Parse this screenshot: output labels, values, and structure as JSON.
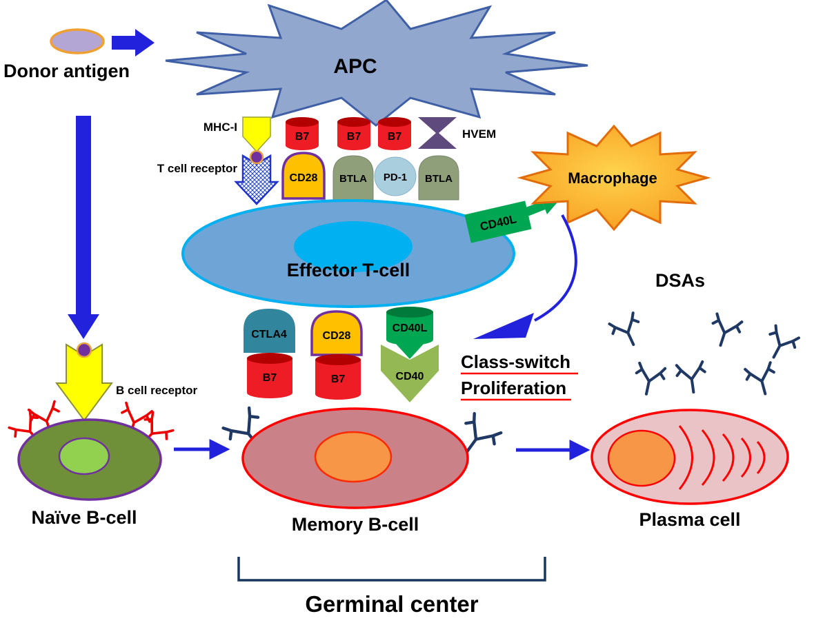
{
  "figure": {
    "donor_antigen": "Donor antigen",
    "apc": "APC",
    "mhc_i": "MHC-I",
    "t_cell_receptor": "T cell receptor",
    "b7_top_1": "B7",
    "b7_top_2": "B7",
    "b7_top_3": "B7",
    "hvem": "HVEM",
    "cd28_top": "CD28",
    "btla_left": "BTLA",
    "pd1": "PD-1",
    "btla_right": "BTLA",
    "effector_t_cell": "Effector T-cell",
    "cd40l_top": "CD40L",
    "macrophage": "Macrophage",
    "ctla4": "CTLA4",
    "b7_bottom_1": "B7",
    "cd28_bottom": "CD28",
    "b7_bottom_2": "B7",
    "cd40l_bottom": "CD40L",
    "cd40": "CD40",
    "class_switch": "Class-switch",
    "proliferation": "Proliferation",
    "dsas": "DSAs",
    "b_cell_receptor": "B cell receptor",
    "naive_b_cell": "Naïve B-cell",
    "memory_b_cell": "Memory B-cell",
    "plasma_cell": "Plasma cell",
    "germinal_center": "Germinal center"
  },
  "colors": {
    "arrow_blue": "#2222dd",
    "apc_fill": "#92a7ce",
    "apc_stroke": "#3f5fa6",
    "b7_red": "#ee1c25",
    "b7_red_dark": "#b30000",
    "cd28_fill": "#ffc000",
    "cd28_stroke": "#7030a0",
    "btla_fill": "#8f9f7a",
    "pd1_fill": "#a9cede",
    "hvem_fill": "#5f4a7d",
    "tcell_fill": "#6fa4d6",
    "tcell_stroke": "#00b0f0",
    "cd40l_green": "#00a651",
    "cd40_fill": "#94b954",
    "ctla4_fill": "#31859c",
    "macrophage_fill": "#ffb31a",
    "macrophage_stroke": "#e36c0a",
    "naive_fill": "#6f8f38",
    "naive_nucleus": "#92d050",
    "naive_stroke": "#7030a0",
    "memory_fill": "#cb8188",
    "plasma_fill": "#e9c3c6",
    "cell_red": "#ff0000",
    "nucleus_orange": "#f79646",
    "antibody_navy": "#1f3864",
    "highlight_red": "#ff0000",
    "yellow_receptor": "#ffff00",
    "donor_fill": "#b3a6d4",
    "donor_stroke": "#f0a030"
  }
}
